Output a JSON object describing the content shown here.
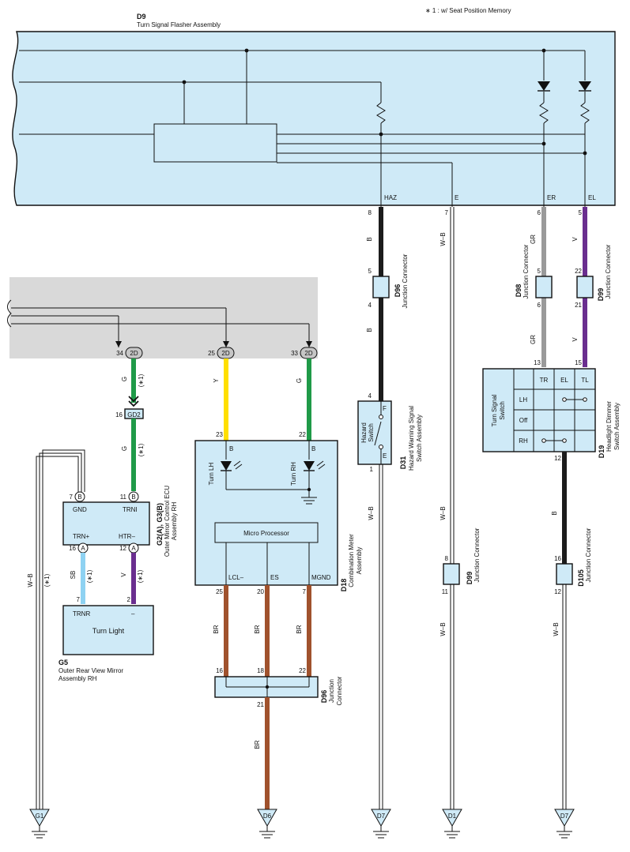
{
  "note": "∗ 1 : w/ Seat Position Memory",
  "flasher": {
    "code": "D9",
    "name": "Turn Signal Flasher Assembly",
    "pins": {
      "haz": "HAZ",
      "e": "E",
      "er": "ER",
      "el": "EL"
    }
  },
  "wires": {
    "haz": {
      "pin_top": "8",
      "color": "B",
      "jc_top": "5",
      "jc_bottom": "4",
      "color2": "B",
      "pin_sw": "4"
    },
    "e": {
      "pin_top": "7",
      "color": "W–B"
    },
    "er": {
      "pin_top": "6",
      "color": "GR",
      "jc_top": "5",
      "jc_bottom": "6",
      "color2": "GR",
      "pin_sw": "13"
    },
    "el": {
      "pin_top": "5",
      "color": "V",
      "jc_top": "22",
      "jc_bottom": "21",
      "color2": "V",
      "pin_sw": "15"
    }
  },
  "jc_labels": {
    "d96a_code": "D96",
    "d96a_name": "Junction Connector",
    "d98_code": "D98",
    "d98_name": "Junction Connector",
    "d99a_code": "D99",
    "d99a_name": "Junction Connector"
  },
  "connectors_2d": {
    "label": "2D",
    "pin34": "34",
    "pin25": "25",
    "pin33": "33",
    "wire34": "G",
    "wire34_note": "(∗1)",
    "gd2": "GD2",
    "gd2_pin": "16",
    "wire34b": "G",
    "wire34b_note": "(∗1)",
    "wire25": "Y",
    "wire33": "G"
  },
  "mirror_ecu": {
    "code": "G2(A), G3(B)",
    "name1": "Outer Mirror Control ECU",
    "name2": "Assembly RH",
    "pin_gnd": "7",
    "pin_trni": "11",
    "conn_b": "B",
    "lbl_gnd": "GND",
    "lbl_trni": "TRNI",
    "lbl_trn": "TRN+",
    "lbl_htr": "HTR–",
    "pin_trn": "16",
    "pin_htr": "12",
    "conn_a": "A",
    "wire_trn": "SB",
    "wire_htr": "V",
    "note": "(∗1)",
    "wire_gnd": "W–B",
    "wire_gnd_note": "(∗1)"
  },
  "turn_light": {
    "code": "G5",
    "name1": "Outer Rear View Mirror",
    "name2": "Assembly RH",
    "lbl_trnr": "TRNR",
    "lbl_minus": "–",
    "title": "Turn Light",
    "pin_trnr": "7",
    "pin_minus": "2"
  },
  "meter": {
    "code": "D18",
    "name1": "Combination Meter",
    "name2": "Assembly",
    "pin23": "23",
    "pin22": "22",
    "lbl_b": "B",
    "turn_lh": "Turn LH",
    "turn_rh": "Turn RH",
    "micro": "Micro Processor",
    "lbl_lcl": "LCL–",
    "lbl_es": "ES",
    "lbl_mgnd": "MGND",
    "pin25": "25",
    "pin20": "20",
    "pin7": "7",
    "wire": "BR"
  },
  "d96b": {
    "code": "D96",
    "name1": "Junction",
    "name2": "Connector",
    "pin16": "16",
    "pin18": "18",
    "pin22": "22",
    "pin21": "21",
    "wire": "BR"
  },
  "hazard": {
    "code": "D31",
    "name1": "Hazard Warning Signal",
    "name2": "Switch Assembly",
    "title1": "Hazard",
    "title2": "Switch",
    "lbl_f": "F",
    "lbl_e": "E",
    "pin_out": "1",
    "wire": "W–B"
  },
  "d99b": {
    "code": "D99",
    "name": "Junction Connector",
    "pin8": "8",
    "pin11": "11",
    "wire_top": "W–B",
    "wire_bot": "W–B"
  },
  "dimmer": {
    "code": "D19",
    "name1": "Headlight Dimmer",
    "name2": "Switch Assembly",
    "title1": "Turn Signal",
    "title2": "Switch",
    "tr": "TR",
    "el": "EL",
    "tl": "TL",
    "lh": "LH",
    "off": "Off",
    "rh": "RH",
    "pin_out": "12",
    "wire": "B"
  },
  "d105": {
    "code": "D105",
    "name": "Junction Connector",
    "pin16": "16",
    "pin12": "12",
    "wire": "W–B"
  },
  "grounds": {
    "g1": "G1",
    "d6": "D6",
    "d7a": "D7",
    "d1": "D1",
    "d7b": "D7"
  },
  "colors": {
    "G": "#1f9a48",
    "Y": "#ffdf00",
    "B": "#1c1c1c",
    "GR": "#9a9a9a",
    "V": "#6a2e8f",
    "BR": "#a0522d",
    "SB": "#8ed2f2",
    "WB": "#ffffff",
    "box": "#cfeaf7",
    "shade": "#d9d9d9"
  }
}
